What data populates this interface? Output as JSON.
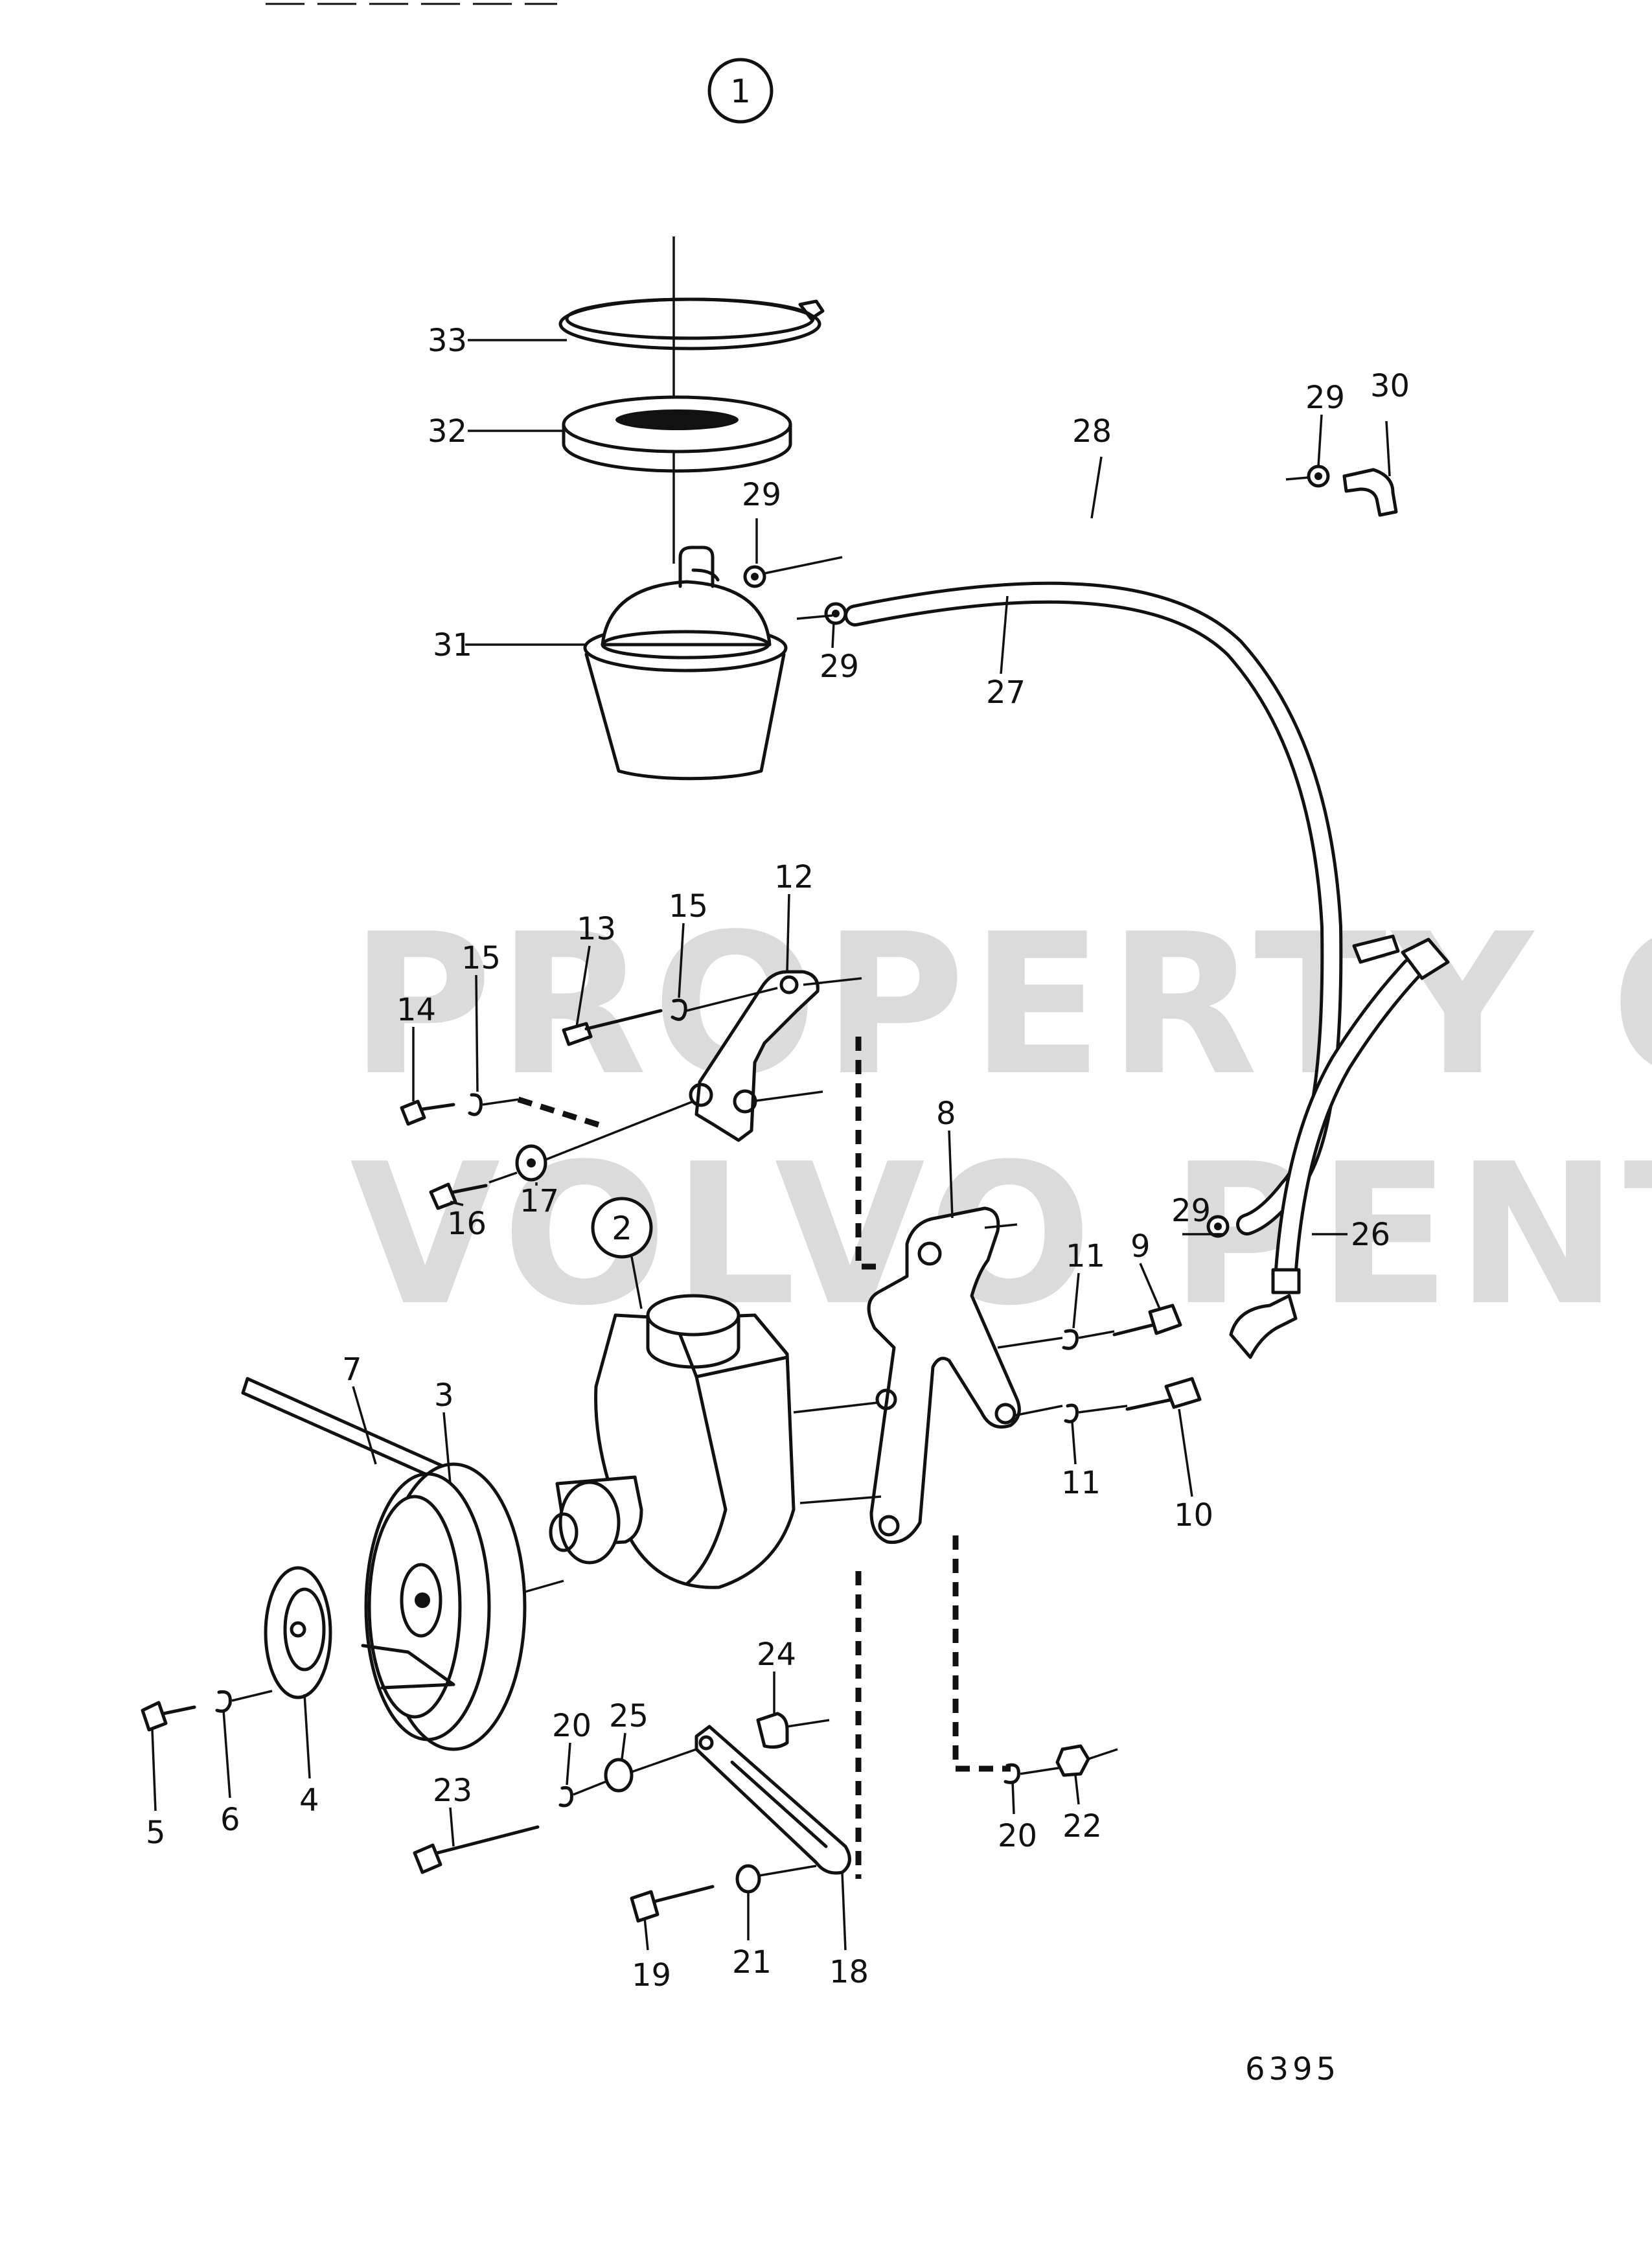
{
  "figure_number": "6395",
  "watermark": {
    "line1": "PROPERTY OF",
    "line2": "VOLVO PENTA"
  },
  "group_markers": [
    "1",
    "2"
  ],
  "callouts": {
    "c2": "2",
    "c3": "3",
    "c4": "4",
    "c5": "5",
    "c6": "6",
    "c7": "7",
    "c8": "8",
    "c9": "9",
    "c10": "10",
    "c11a": "11",
    "c11b": "11",
    "c12": "12",
    "c13": "13",
    "c14": "14",
    "c15a": "15",
    "c15b": "15",
    "c16": "16",
    "c17": "17",
    "c18": "18",
    "c19": "19",
    "c20a": "20",
    "c20b": "20",
    "c21": "21",
    "c22": "22",
    "c23": "23",
    "c24": "24",
    "c25": "25",
    "c26": "26",
    "c27": "27",
    "c28": "28",
    "c29a": "29",
    "c29b": "29",
    "c29c": "29",
    "c29d": "29",
    "c30": "30",
    "c31": "31",
    "c32": "32",
    "c33": "33"
  }
}
